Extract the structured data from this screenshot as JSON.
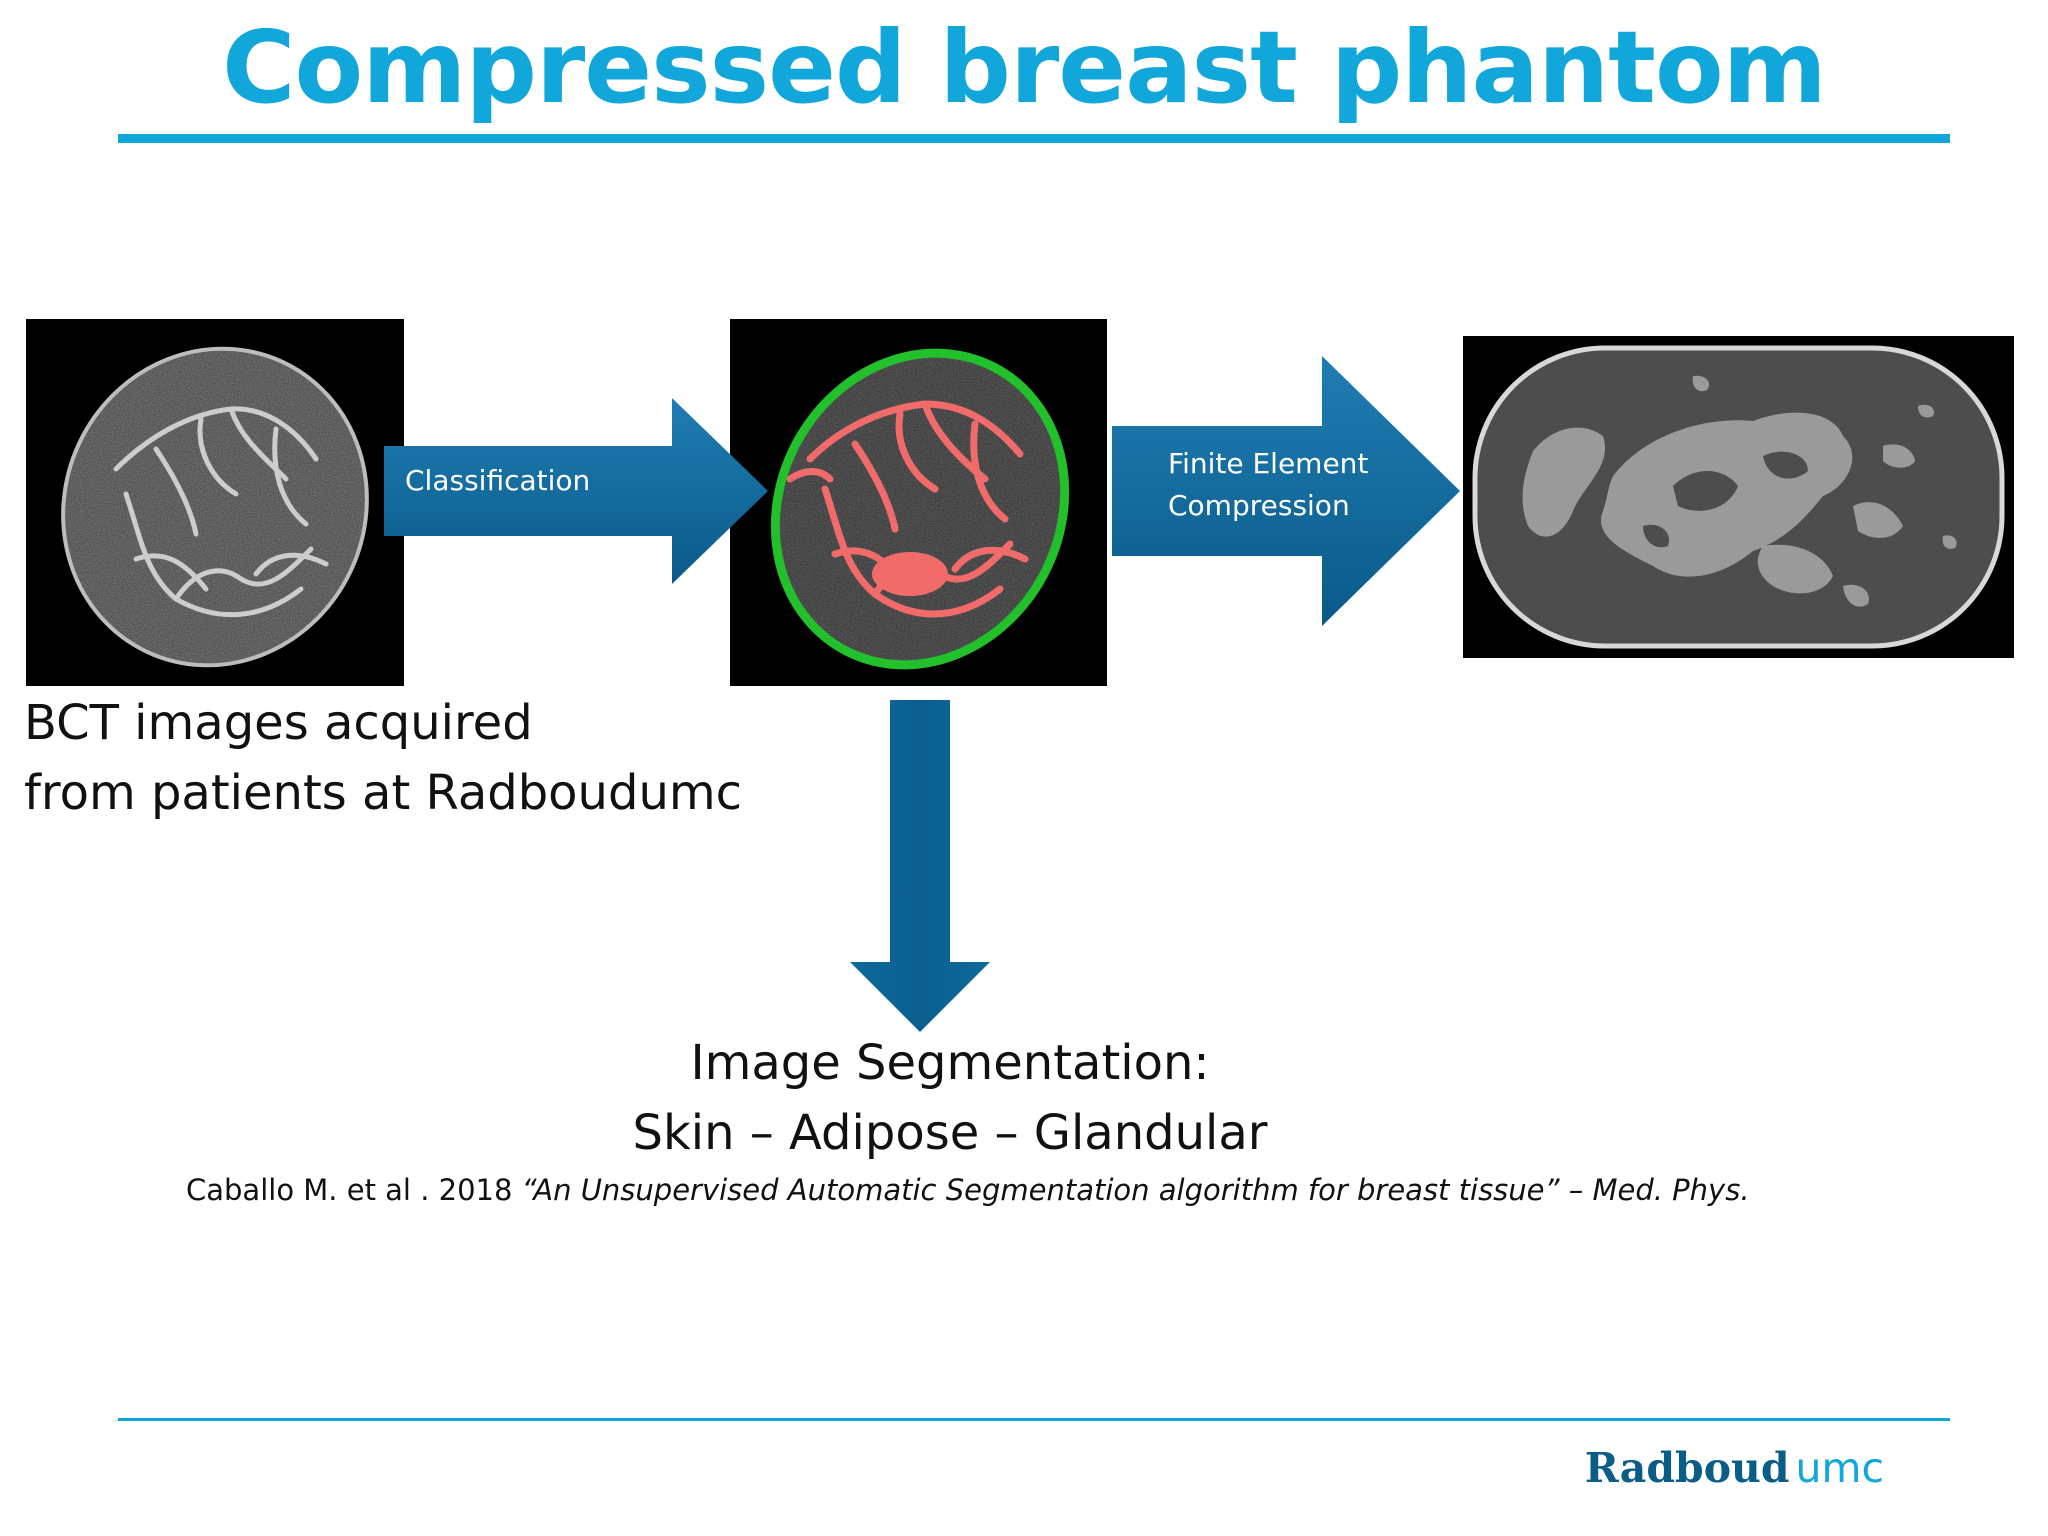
{
  "slide": {
    "title": "Compressed breast phantom",
    "arrows": {
      "classification_label": "Classification",
      "fe_label": "Finite Element\nCompression"
    },
    "captions": {
      "bct_line1": "BCT images acquired",
      "bct_line2": "from patients at Radboudumc",
      "seg_line1": "Image Segmentation:",
      "seg_line2": "Skin – Adipose – Glandular"
    },
    "reference": {
      "authors": "Caballo M. et al . 2018 ",
      "title": "“An Unsupervised Automatic Segmentation algorithm for breast tissue” – Med. Phys."
    },
    "logo": {
      "part1": "Radboud",
      "part2": "umc"
    },
    "colors": {
      "title": "#12a7da",
      "arrow": "#0a5f8f",
      "segmentation_outline": "#22c02b",
      "segmentation_fill": "#f26b6b"
    }
  }
}
